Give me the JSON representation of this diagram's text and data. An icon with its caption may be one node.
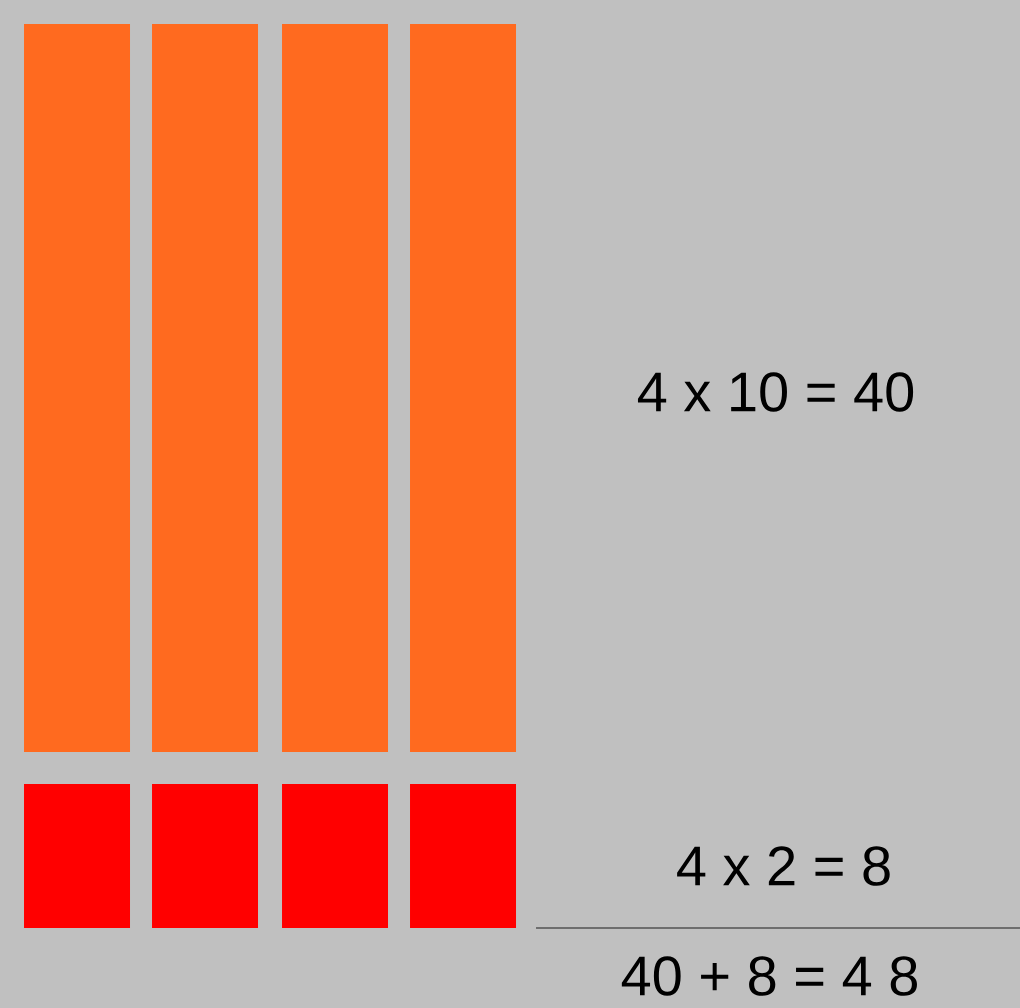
{
  "diagram": {
    "labels": [
      "4 x 10 = 40",
      "4 x 2 = 8",
      "40 + 8 = 4 8"
    ]
  }
}
